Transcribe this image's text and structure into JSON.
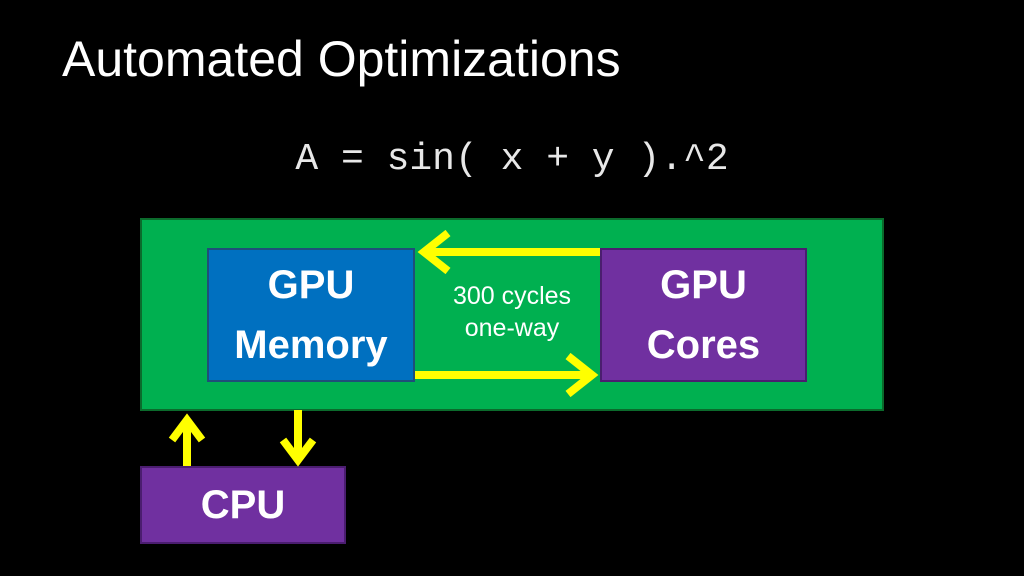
{
  "slide": {
    "title": "Automated Optimizations",
    "formula": "A = sin( x + y ).^2"
  },
  "diagram": {
    "gpu_memory": {
      "line1": "GPU",
      "line2": "Memory"
    },
    "gpu_cores": {
      "line1": "GPU",
      "line2": "Cores"
    },
    "cpu": {
      "label": "CPU"
    },
    "latency": {
      "line1": "300 cycles",
      "line2": "one-way"
    }
  },
  "colors": {
    "background": "#000000",
    "gpu_board": "#00b050",
    "memory": "#0070c0",
    "cores": "#7030a0",
    "cpu": "#7030a0",
    "arrows": "#ffff00"
  }
}
